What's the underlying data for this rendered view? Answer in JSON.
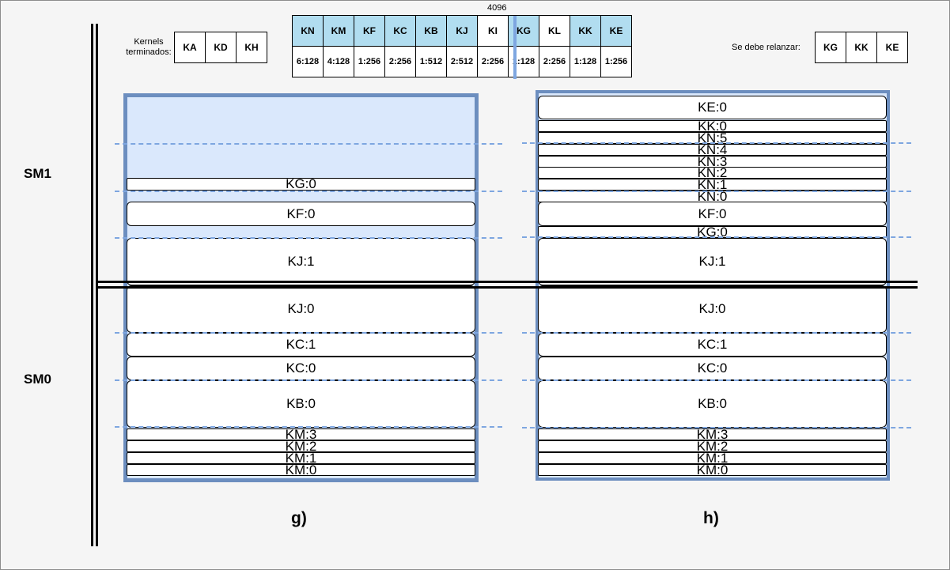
{
  "sm_labels": {
    "sm1": "SM1",
    "sm0": "SM0"
  },
  "kernels_terminados": {
    "label_line1": "Kernels",
    "label_line2": "terminados:",
    "items": [
      "KA",
      "KD",
      "KH"
    ]
  },
  "relanzar": {
    "label": "Se debe relanzar:",
    "items": [
      "KG",
      "KK",
      "KE"
    ]
  },
  "queue": {
    "marker": "4096",
    "names": [
      "KN",
      "KM",
      "KF",
      "KC",
      "KB",
      "KJ",
      "KI",
      "KG",
      "KL",
      "KK",
      "KE"
    ],
    "values": [
      "6:128",
      "4:128",
      "1:256",
      "2:256",
      "1:512",
      "2:512",
      "2:256",
      "1:128",
      "2:256",
      "1:128",
      "1:256"
    ]
  },
  "panel_g": {
    "caption": "g)",
    "blocks": [
      "KG:0",
      "KF:0",
      "KJ:1",
      "KJ:0",
      "KC:1",
      "KC:0",
      "KB:0",
      "KM:3",
      "KM:2",
      "KM:1",
      "KM:0"
    ]
  },
  "panel_h": {
    "caption": "h)",
    "blocks": [
      "KE:0",
      "KK:0",
      "KN:5",
      "KN:4",
      "KN:3",
      "KN:2",
      "KN:1",
      "KN:0",
      "KF:0",
      "KG:0",
      "KJ:1",
      "KJ:0",
      "KC:1",
      "KC:0",
      "KB:0",
      "KM:3",
      "KM:2",
      "KM:1",
      "KM:0"
    ]
  },
  "colors": {
    "queue_header": "#b1ddf0",
    "panel_border": "#6c8ebf",
    "panel_fill": "#dae8fc",
    "dash": "#7ea6e0"
  }
}
